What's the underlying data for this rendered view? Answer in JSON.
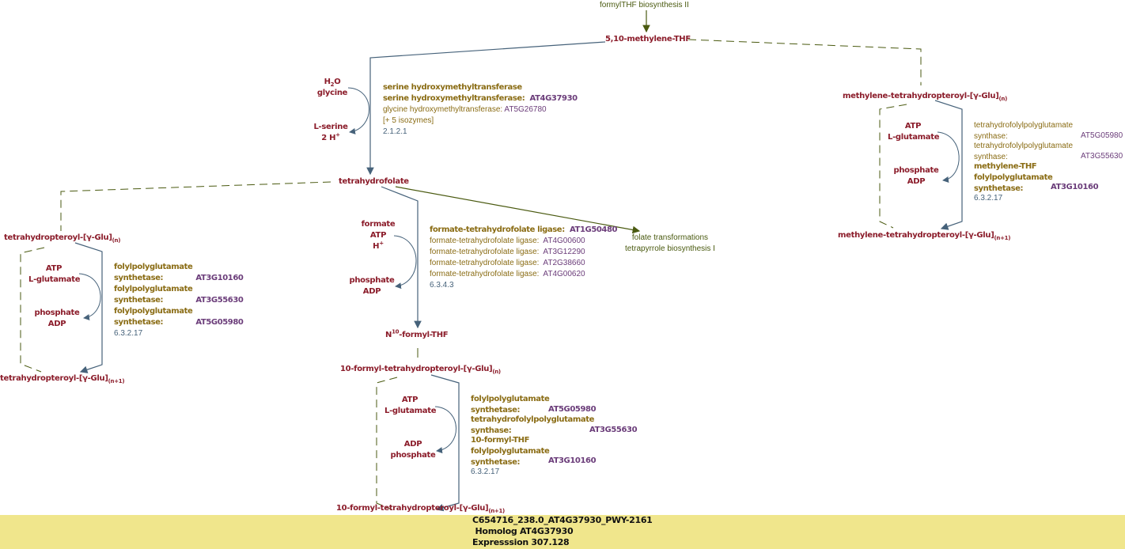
{
  "pathway_links": {
    "top": "formylTHF biosynthesis II",
    "right": [
      "folate transformations",
      "tetrapyrrole biosynthesis I"
    ]
  },
  "compounds": {
    "methylene_thf": "5,10-methylene-THF",
    "thf": "tetrahydrofolate",
    "n10_formyl_thf_prefix": "N",
    "n10_formyl_thf_sup": "10",
    "n10_formyl_thf_suffix": "-formyl-THF",
    "methylene_poly_n": "methylene-tetrahydropteroyl-[γ-Glu]",
    "methylene_poly_n1": "methylene-tetrahydropteroyl-[γ-Glu]",
    "thp_poly_n": "tetrahydropteroyl-[γ-Glu]",
    "thp_poly_n1": "tetrahydropteroyl-[γ-Glu]",
    "formyl_poly_n": "10-formyl-tetrahydropteroyl-[γ-Glu]",
    "formyl_poly_n1": "10-formyl-tetrahydropteroyl-[γ-Glu]",
    "sub_n": "(n)",
    "sub_n1": "(n+1)"
  },
  "reactions": {
    "shmt": {
      "sides_in": [
        "H2O",
        "glycine"
      ],
      "sides_out": [
        "L-serine",
        "2 H+"
      ],
      "enzymes": [
        {
          "name": "serine hydroxymethyltransferase",
          "gene": "",
          "bold": true
        },
        {
          "name": "serine hydroxymethyltransferase:",
          "gene": "AT4G37930",
          "bold": true
        },
        {
          "name": "glycine hydroxymethyltransferase:",
          "gene": "AT5G26780",
          "bold": false
        },
        {
          "name": "[+ 5 isozymes]",
          "gene": "",
          "bold": false
        }
      ],
      "ec": "2.1.2.1"
    },
    "ftl": {
      "sides_in": [
        "formate",
        "ATP",
        "H+"
      ],
      "sides_out": [
        "phosphate",
        "ADP"
      ],
      "enzymes": [
        {
          "name": "formate-tetrahydrofolate ligase:",
          "gene": "AT1G50480",
          "bold": true
        },
        {
          "name": "formate-tetrahydrofolate ligase:",
          "gene": "AT4G00600",
          "bold": false
        },
        {
          "name": "formate-tetrahydrofolate ligase:",
          "gene": "AT3G12290",
          "bold": false
        },
        {
          "name": "formate-tetrahydrofolate ligase:",
          "gene": "AT2G38660",
          "bold": false
        },
        {
          "name": "formate-tetrahydrofolate ligase:",
          "gene": "AT4G00620",
          "bold": false
        }
      ],
      "ec": "6.3.4.3"
    },
    "fpgs_left": {
      "sides_in": [
        "ATP",
        "L-glutamate"
      ],
      "sides_out": [
        "phosphate",
        "ADP"
      ],
      "enzymes": [
        {
          "name1": "folylpolyglutamate",
          "name2": "synthetase:",
          "gene": "AT3G10160"
        },
        {
          "name1": "folylpolyglutamate",
          "name2": "synthetase:",
          "gene": "AT3G55630"
        },
        {
          "name1": "folylpolyglutamate",
          "name2": "synthetase:",
          "gene": "AT5G05980"
        }
      ],
      "ec": "6.3.2.17"
    },
    "fpgs_right": {
      "sides_in": [
        "ATP",
        "L-glutamate"
      ],
      "sides_out": [
        "phosphate",
        "ADP"
      ],
      "enzymes": [
        {
          "name1": "tetrahydrofolylpolyglutamate",
          "name2": "synthase:",
          "gene": "AT5G05980",
          "bold": false
        },
        {
          "name1": "tetrahydrofolylpolyglutamate",
          "name2": "synthase:",
          "gene": "AT3G55630",
          "bold": false
        },
        {
          "name1": "methylene-THF",
          "name1b": "folylpolyglutamate",
          "name2": "synthetase:",
          "gene": "AT3G10160",
          "bold": true
        }
      ],
      "ec": "6.3.2.17"
    },
    "fpgs_bottom": {
      "sides_in": [
        "ATP",
        "L-glutamate"
      ],
      "sides_out": [
        "ADP",
        "phosphate"
      ],
      "enzymes": [
        {
          "name1": "folylpolyglutamate",
          "name2": "synthetase:",
          "gene": "AT5G05980"
        },
        {
          "name1": "tetrahydrofolylpolyglutamate",
          "name2": "synthase:",
          "gene": "AT3G55630"
        },
        {
          "name1": "10-formyl-THF",
          "name1b": "folylpolyglutamate",
          "name2": "synthetase:",
          "gene": "AT3G10160"
        }
      ],
      "ec": "6.3.2.17"
    }
  },
  "footer": {
    "line1": "C654716_238.0_AT4G37930_PWY-2161",
    "line2": " Homolog AT4G37930",
    "line3": "Expresssion 307.128"
  },
  "colors": {
    "compound": "#8b1c2a",
    "enzyme": "#8a6c14",
    "gene": "#6b3d7a",
    "ec": "#46627a",
    "main_arrow": "#46627a",
    "link_arrow": "#4a5a10",
    "footer_bg": "#f0e68c"
  }
}
